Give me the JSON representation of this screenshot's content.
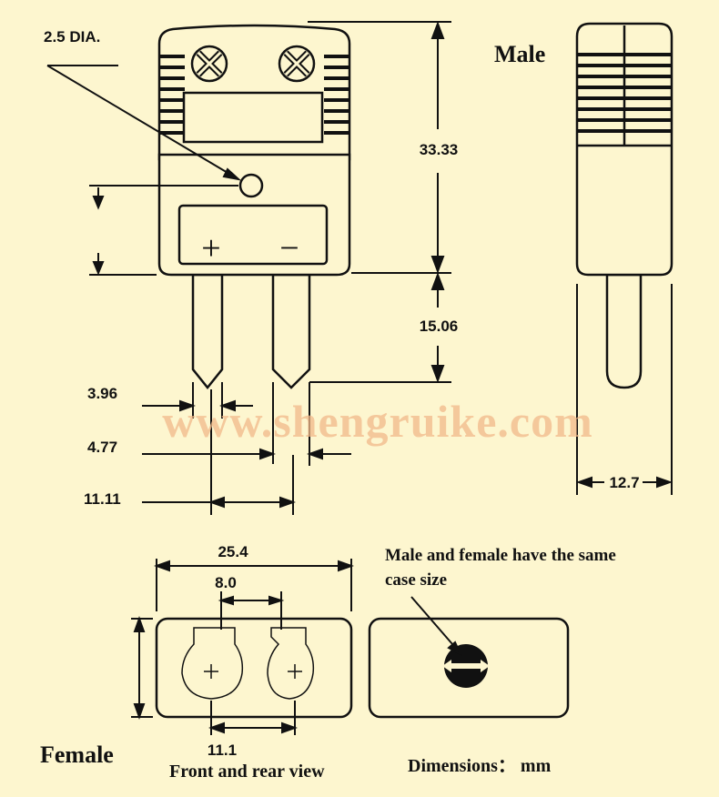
{
  "colors": {
    "background": "#fdf6cf",
    "line": "#111111",
    "watermark": "#f2b98a"
  },
  "labels": {
    "dia": "2.5 DIA.",
    "height_body": "33.33",
    "height_pins": "15.06",
    "pin_dia": "3.96",
    "pin_gap": "4.77",
    "pin_spacing": "11.11",
    "side_width": "12.7",
    "male": "Male",
    "female": "Female",
    "width": "25.4",
    "socket_spacing_top": "8.0",
    "socket_spacing_bottom": "11.1",
    "note_line1": "Male and female have the same",
    "note_line2": "case size",
    "view_caption": "Front and rear view",
    "units": "Dimensions：  mm",
    "plus_symbol": "+",
    "minus_symbol": "−",
    "watermark": "www.shengruike.com"
  }
}
